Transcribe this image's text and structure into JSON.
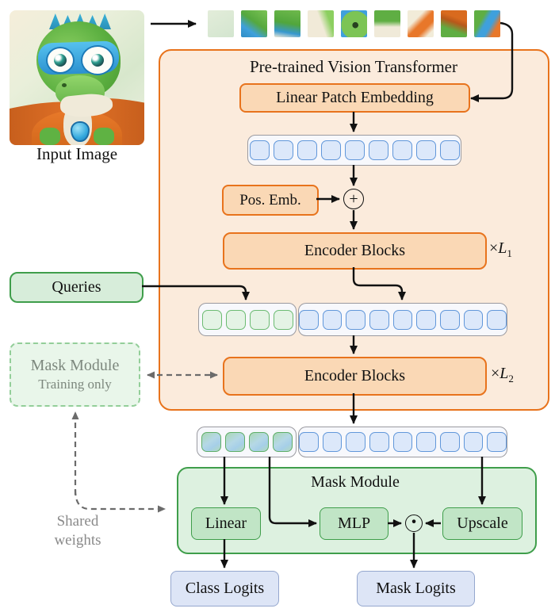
{
  "colors": {
    "orange": "#E8731C",
    "orange_container_fill": "#FBEBDC",
    "orange_box_fill": "#FAD8B5",
    "green": "#3F9E4B",
    "green_fill": "#D7EDDA",
    "mask_module_fill": "#DDF1E0",
    "green_inner_fill": "#C1E5C6",
    "training_border": "#93CE99",
    "training_fill": "#E9F6EA",
    "token_blue_border": "#6197DA",
    "token_blue_fill": "#DCE8FA",
    "token_green_border": "#6CBB72",
    "token_green_fill": "#E4F3E5",
    "logits_border": "#95A7CE",
    "logits_fill": "#DDE5F6",
    "gray_text": "#8A8A8A",
    "arrow_black": "#111111",
    "arrow_gray": "#6B6B6B"
  },
  "input_image": {
    "label": "Input Image"
  },
  "vit": {
    "title": "Pre-trained Vision Transformer",
    "linear_patch_embedding": "Linear Patch Embedding",
    "pos_emb": "Pos. Emb.",
    "encoder_blocks_1": {
      "label": "Encoder Blocks",
      "times": "×",
      "var": "L",
      "sub": "1"
    },
    "encoder_blocks_2": {
      "label": "Encoder Blocks",
      "times": "×",
      "var": "L",
      "sub": "2"
    }
  },
  "queries": {
    "label": "Queries"
  },
  "training_module": {
    "title": "Mask Module",
    "subtitle": "Training only"
  },
  "shared_weights": {
    "line1": "Shared",
    "line2": "weights"
  },
  "mask_module": {
    "title": "Mask Module",
    "linear": "Linear",
    "mlp": "MLP",
    "upscale": "Upscale"
  },
  "operators": {
    "add": "+",
    "dot": "·"
  },
  "outputs": {
    "class_logits": "Class Logits",
    "mask_logits": "Mask Logits"
  },
  "tokens": {
    "patches": 9,
    "row1_blue": 9,
    "row2_green": 4,
    "row2_blue": 9,
    "row3_mixed": 4,
    "row3_blue": 9
  }
}
